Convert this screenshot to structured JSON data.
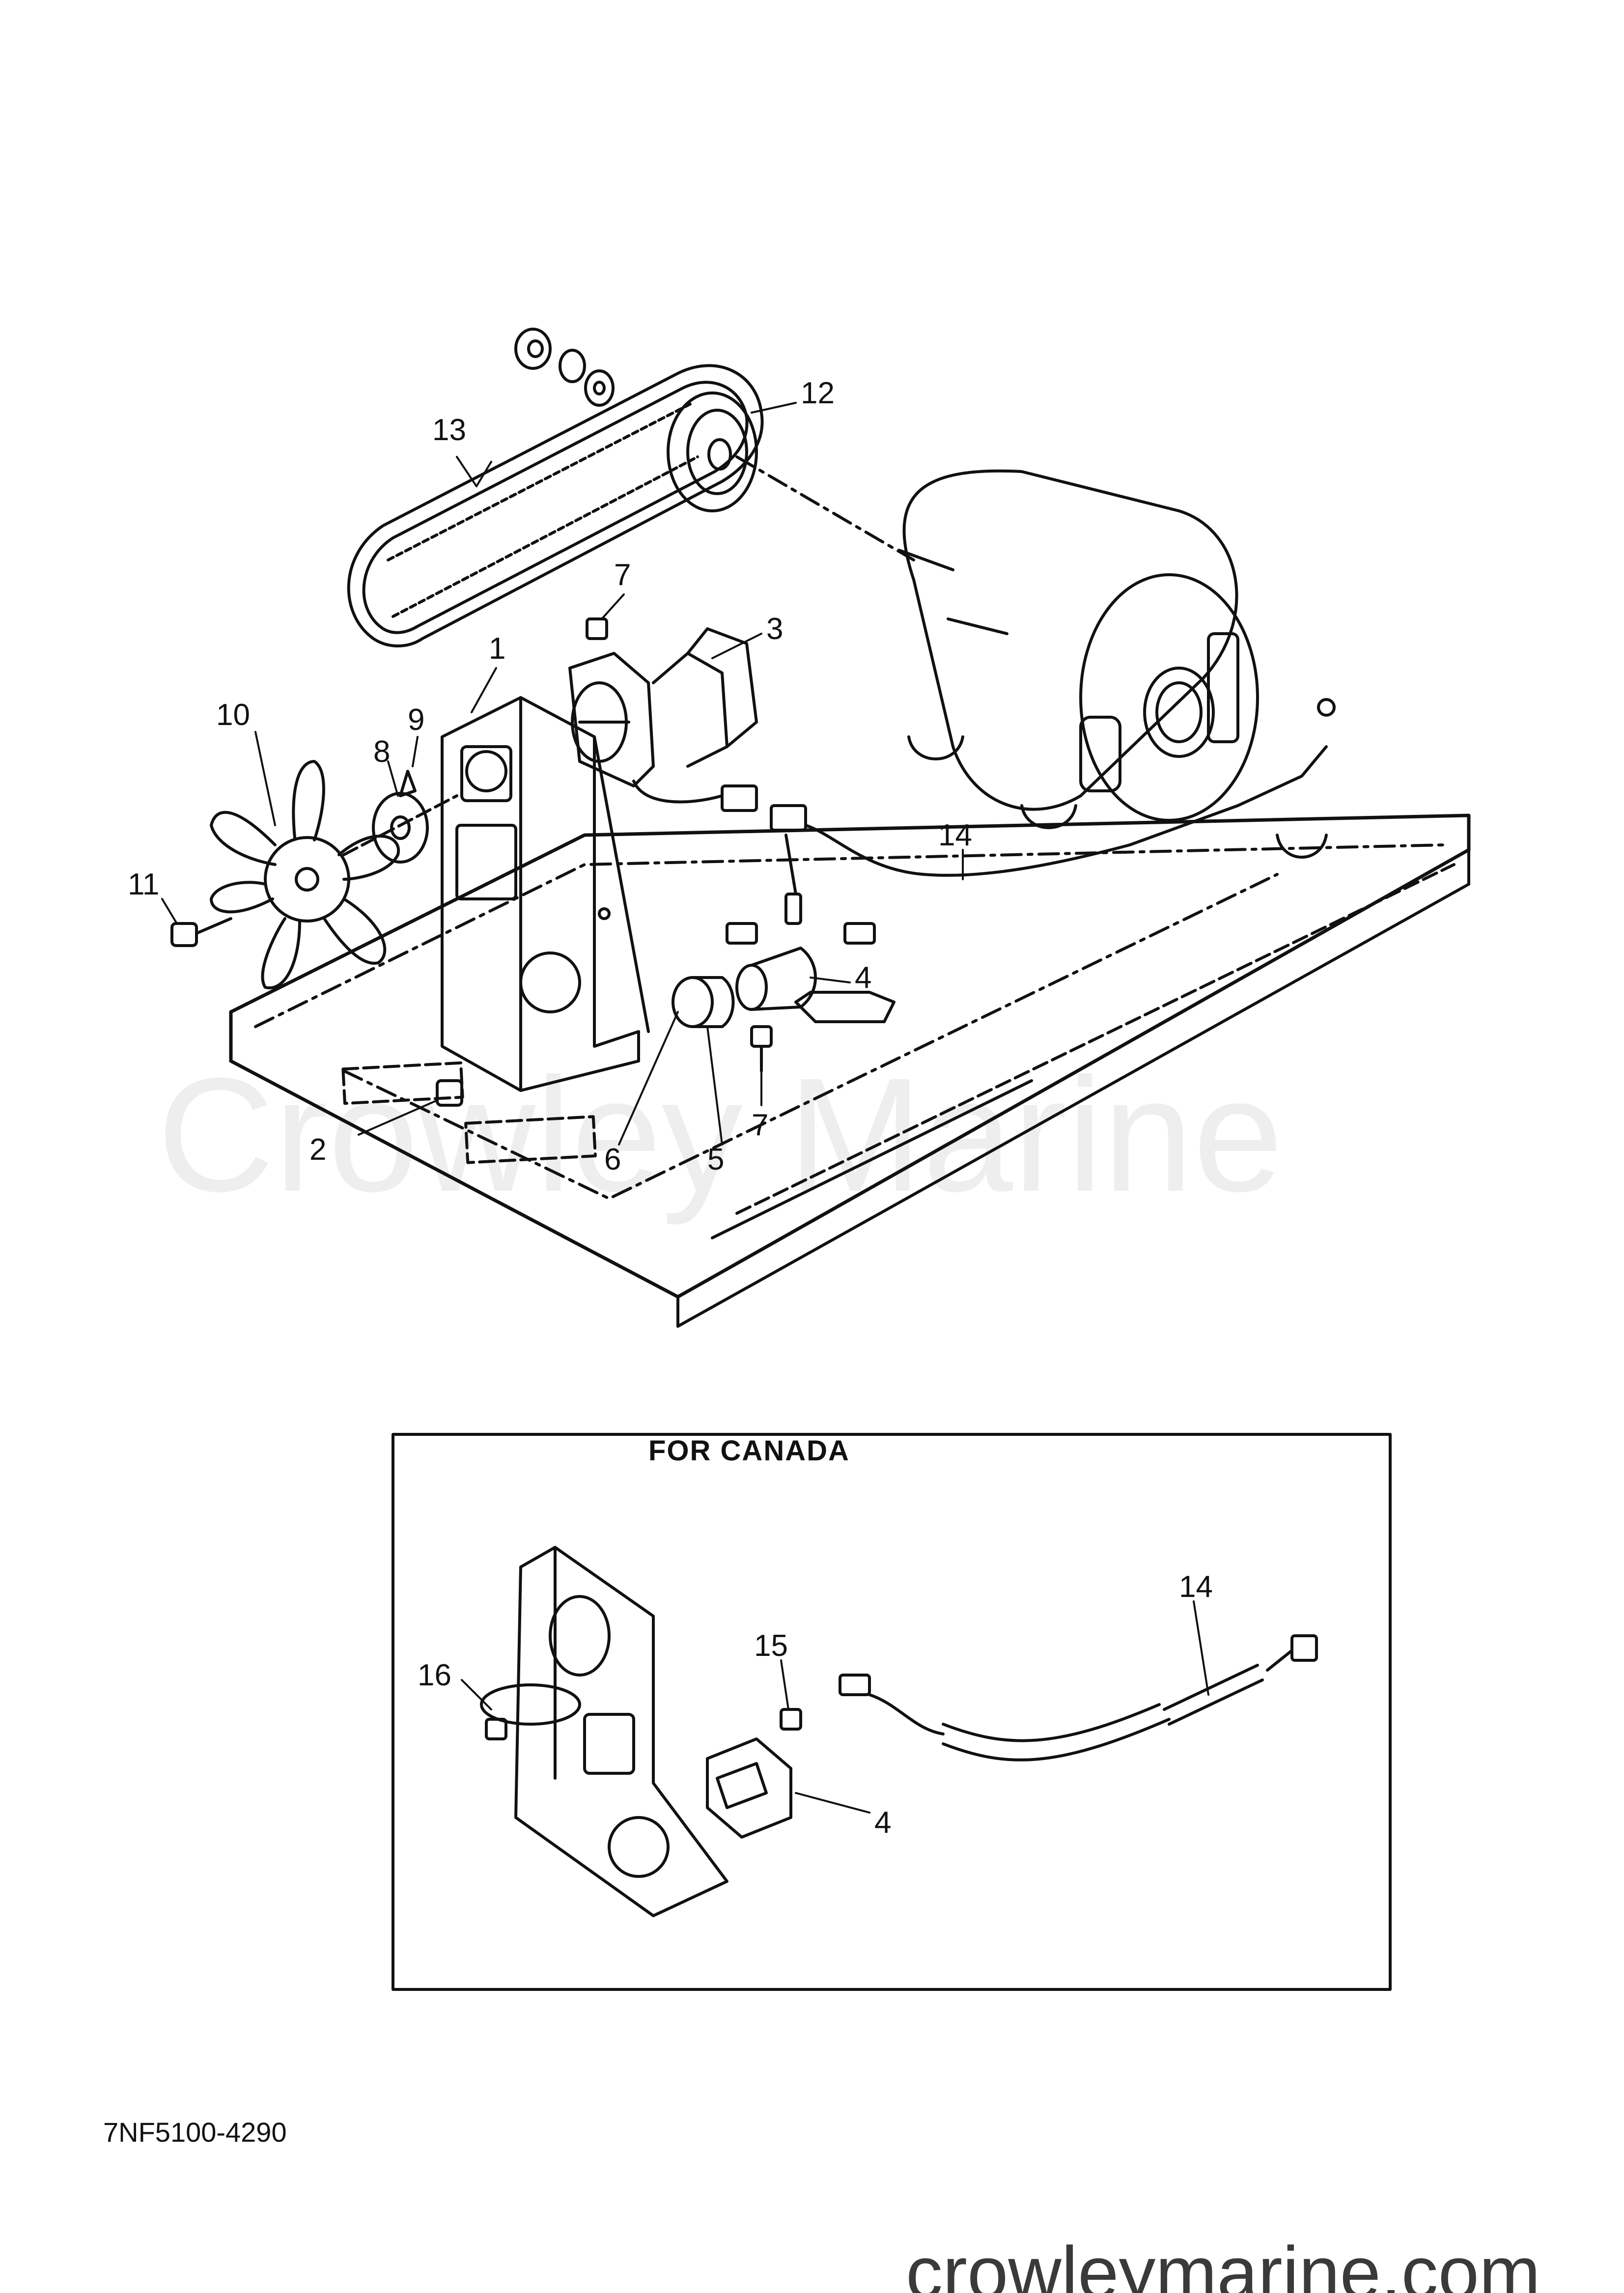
{
  "watermark": "Crowley Marine",
  "site_url": "crowleymarine.com",
  "part_code": "7NF5100-4290",
  "inset": {
    "title": "FOR CANADA"
  },
  "callouts": {
    "c1": "1",
    "c2": "2",
    "c3": "3",
    "c4": "4",
    "c5": "5",
    "c6": "6",
    "c7a": "7",
    "c7b": "7",
    "c8": "8",
    "c9": "9",
    "c10": "10",
    "c11": "11",
    "c12": "12",
    "c13": "13",
    "c14": "14",
    "i4": "4",
    "i14": "14",
    "i15": "15",
    "i16": "16"
  },
  "colors": {
    "line": "#111111",
    "watermark": "#eeeeee",
    "site_text": "#3a3a3a"
  }
}
